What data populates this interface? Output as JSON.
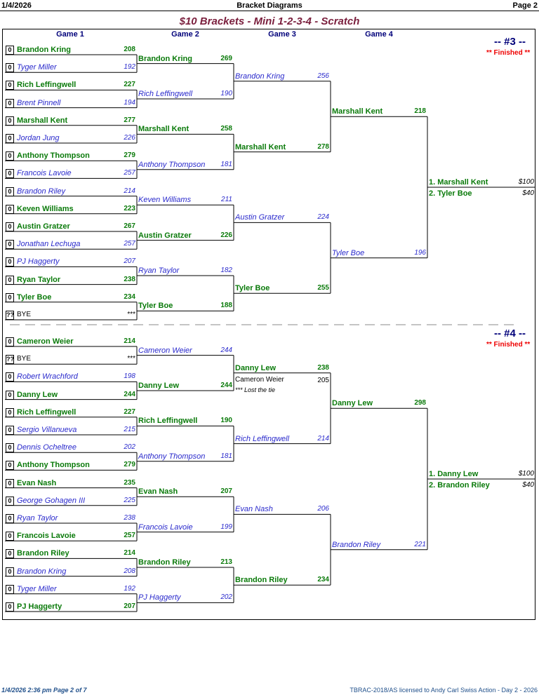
{
  "header": {
    "date": "1/4/2026",
    "title": "Bracket Diagrams",
    "page": "Page 2"
  },
  "main_title": "$10 Brackets - Mini 1-2-3-4 - Scratch",
  "column_headers": [
    "Game 1",
    "Game 2",
    "Game 3",
    "Game 4"
  ],
  "colors": {
    "winner": "#0a7a0a",
    "loser": "#2a2acc",
    "title": "#7a1f3d",
    "finished": "#e00000"
  },
  "brackets": [
    {
      "number": "-- #3 --",
      "status": "** Finished **",
      "game1": [
        {
          "seed": "0",
          "name": "Brandon Kring",
          "score": "208",
          "win": true
        },
        {
          "seed": "0",
          "name": "Tyger Miller",
          "score": "192",
          "win": false
        },
        {
          "seed": "0",
          "name": "Rich Leffingwell",
          "score": "227",
          "win": true
        },
        {
          "seed": "0",
          "name": "Brent Pinnell",
          "score": "194",
          "win": false
        },
        {
          "seed": "0",
          "name": "Marshall Kent",
          "score": "277",
          "win": true
        },
        {
          "seed": "0",
          "name": "Jordan Jung",
          "score": "226",
          "win": false
        },
        {
          "seed": "0",
          "name": "Anthony Thompson",
          "score": "279",
          "win": true
        },
        {
          "seed": "0",
          "name": "Francois Lavoie",
          "score": "257",
          "win": false
        },
        {
          "seed": "0",
          "name": "Brandon Riley",
          "score": "214",
          "win": false
        },
        {
          "seed": "0",
          "name": "Keven Williams",
          "score": "223",
          "win": true
        },
        {
          "seed": "0",
          "name": "Austin Gratzer",
          "score": "267",
          "win": true
        },
        {
          "seed": "0",
          "name": "Jonathan Lechuga",
          "score": "257",
          "win": false
        },
        {
          "seed": "0",
          "name": "PJ Haggerty",
          "score": "207",
          "win": false
        },
        {
          "seed": "0",
          "name": "Ryan Taylor",
          "score": "238",
          "win": true
        },
        {
          "seed": "0",
          "name": "Tyler Boe",
          "score": "234",
          "win": true
        },
        {
          "seed": "??",
          "name": "BYE",
          "score": "***",
          "win": null
        }
      ],
      "game2": [
        {
          "name": "Brandon Kring",
          "score": "269",
          "win": true
        },
        {
          "name": "Rich Leffingwell",
          "score": "190",
          "win": false
        },
        {
          "name": "Marshall Kent",
          "score": "258",
          "win": true
        },
        {
          "name": "Anthony Thompson",
          "score": "181",
          "win": false
        },
        {
          "name": "Keven Williams",
          "score": "211",
          "win": false
        },
        {
          "name": "Austin Gratzer",
          "score": "226",
          "win": true
        },
        {
          "name": "Ryan Taylor",
          "score": "182",
          "win": false
        },
        {
          "name": "Tyler Boe",
          "score": "188",
          "win": true
        }
      ],
      "game3": [
        {
          "name": "Brandon Kring",
          "score": "256",
          "win": false
        },
        {
          "name": "Marshall Kent",
          "score": "278",
          "win": true
        },
        {
          "name": "Austin Gratzer",
          "score": "224",
          "win": false
        },
        {
          "name": "Tyler Boe",
          "score": "255",
          "win": true
        }
      ],
      "game4": [
        {
          "name": "Marshall Kent",
          "score": "218",
          "win": true
        },
        {
          "name": "Tyler Boe",
          "score": "196",
          "win": false
        }
      ],
      "results": [
        {
          "place": "1. Marshall Kent",
          "prize": "$100"
        },
        {
          "place": "2. Tyler Boe",
          "prize": "$40"
        }
      ]
    },
    {
      "number": "-- #4 --",
      "status": "** Finished **",
      "game1": [
        {
          "seed": "0",
          "name": "Cameron Weier",
          "score": "214",
          "win": true
        },
        {
          "seed": "??",
          "name": "BYE",
          "score": "***",
          "win": null
        },
        {
          "seed": "0",
          "name": "Robert Wrachford",
          "score": "198",
          "win": false
        },
        {
          "seed": "0",
          "name": "Danny Lew",
          "score": "244",
          "win": true
        },
        {
          "seed": "0",
          "name": "Rich Leffingwell",
          "score": "227",
          "win": true
        },
        {
          "seed": "0",
          "name": "Sergio Villanueva",
          "score": "215",
          "win": false
        },
        {
          "seed": "0",
          "name": "Dennis Ocheltree",
          "score": "202",
          "win": false
        },
        {
          "seed": "0",
          "name": "Anthony Thompson",
          "score": "279",
          "win": true
        },
        {
          "seed": "0",
          "name": "Evan Nash",
          "score": "235",
          "win": true
        },
        {
          "seed": "0",
          "name": "George Gohagen III",
          "score": "225",
          "win": false
        },
        {
          "seed": "0",
          "name": "Ryan Taylor",
          "score": "238",
          "win": false
        },
        {
          "seed": "0",
          "name": "Francois Lavoie",
          "score": "257",
          "win": true
        },
        {
          "seed": "0",
          "name": "Brandon Riley",
          "score": "214",
          "win": true
        },
        {
          "seed": "0",
          "name": "Brandon Kring",
          "score": "208",
          "win": false
        },
        {
          "seed": "0",
          "name": "Tyger Miller",
          "score": "192",
          "win": false
        },
        {
          "seed": "0",
          "name": "PJ Haggerty",
          "score": "207",
          "win": true
        }
      ],
      "game2": [
        {
          "name": "Cameron Weier",
          "score": "244",
          "win": false
        },
        {
          "name": "Danny Lew",
          "score": "244",
          "win": true
        },
        {
          "name": "Rich Leffingwell",
          "score": "190",
          "win": true
        },
        {
          "name": "Anthony Thompson",
          "score": "181",
          "win": false
        },
        {
          "name": "Evan Nash",
          "score": "207",
          "win": true
        },
        {
          "name": "Francois Lavoie",
          "score": "199",
          "win": false
        },
        {
          "name": "Brandon Riley",
          "score": "213",
          "win": true
        },
        {
          "name": "PJ Haggerty",
          "score": "202",
          "win": false
        }
      ],
      "game3": [
        {
          "name": "Danny Lew",
          "score": "238",
          "win": true,
          "extra": {
            "name": "Cameron Weier",
            "score": "205",
            "note": "*** Lost the tie"
          }
        },
        {
          "name": "Rich Leffingwell",
          "score": "214",
          "win": false
        },
        {
          "name": "Evan Nash",
          "score": "206",
          "win": false
        },
        {
          "name": "Brandon Riley",
          "score": "234",
          "win": true
        }
      ],
      "game4": [
        {
          "name": "Danny Lew",
          "score": "298",
          "win": true
        },
        {
          "name": "Brandon Riley",
          "score": "221",
          "win": false
        }
      ],
      "results": [
        {
          "place": "1. Danny Lew",
          "prize": "$100"
        },
        {
          "place": "2. Brandon Riley",
          "prize": "$40"
        }
      ]
    }
  ],
  "footer": {
    "left": "1/4/2026  2:36 pm  Page 2 of 7",
    "right": "TBRAC-2018/AS licensed to Andy Carl  Swiss Action - Day 2 - 2026"
  }
}
